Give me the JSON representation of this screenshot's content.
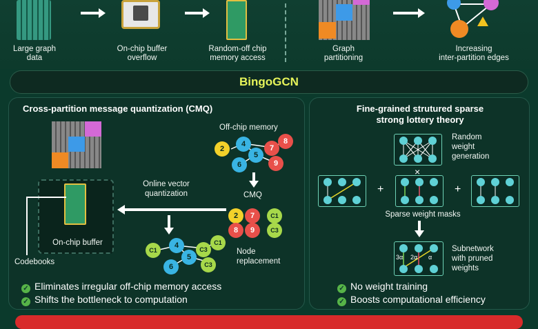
{
  "top": {
    "large_graph_data": "Large graph\ndata",
    "onchip_buffer_overflow": "On-chip buffer\noverflow",
    "random_offchip": "Random-off chip\nmemory access",
    "graph_partitioning": "Graph\npartitioning",
    "inter_partition": "Increasing\ninter-partition edges"
  },
  "banner": "BingoGCN",
  "cmq": {
    "title": "Cross-partition message quantization (CMQ)",
    "offchip_memory": "Off-chip memory",
    "cmq_label": "CMQ",
    "online_vq": "Online vector\nquantization",
    "onchip_buffer": "On-chip buffer",
    "codebooks": "Codebooks",
    "node_replacement": "Node\nreplacement",
    "bullets": [
      "Eliminates irregular off-chip memory access",
      "Shifts the bottleneck to computation"
    ]
  },
  "slt": {
    "title": "Fine-grained strutured sparse\nstrong lottery theory",
    "random_weight": "Random\nweight\ngeneration",
    "sparse_masks": "Sparse weight masks",
    "subnetwork": "Subnetwork\nwith pruned\nweights",
    "bullets": [
      "No weight training",
      "Boosts computational efficiency"
    ]
  },
  "nodes": {
    "n2": "2",
    "n4": "4",
    "n5": "5",
    "n6": "6",
    "n7": "7",
    "n8": "8",
    "n9": "9",
    "c1": "C1",
    "c3": "C3",
    "alpha": "3α",
    "alpha2": "2α",
    "alpha1": "α",
    "plus": "+",
    "times": "×"
  },
  "colors": {
    "accent_yellow": "#e6f45a",
    "red_bar": "#d82b2b",
    "check": "#57b448"
  }
}
